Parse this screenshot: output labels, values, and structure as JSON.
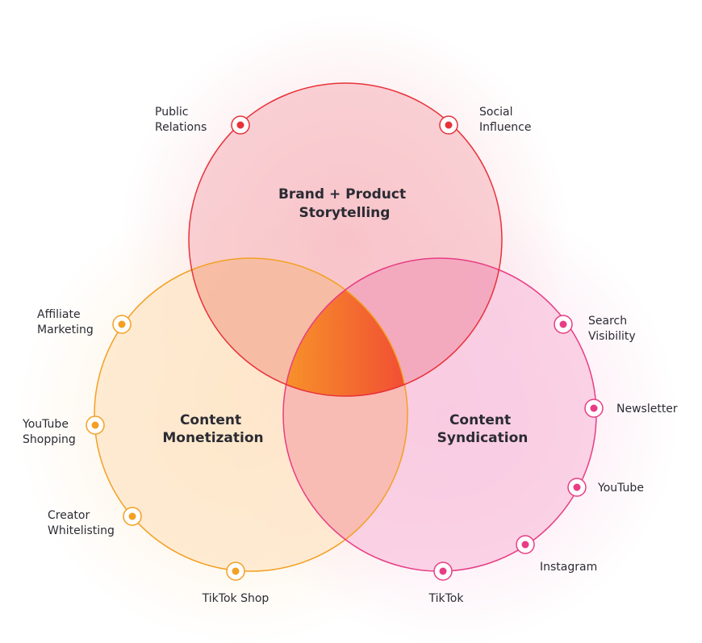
{
  "circles": {
    "brand": {
      "title_line1": "Brand + Product",
      "title_line2": "Storytelling",
      "color": "#e8323a",
      "fill": "#f6b7be"
    },
    "monetization": {
      "title_line1": "Content",
      "title_line2": "Monetization",
      "color": "#f3a024",
      "fill": "#fde6c7"
    },
    "syndication": {
      "title_line1": "Content",
      "title_line2": "Syndication",
      "color": "#e83d84",
      "fill": "#f8c6df"
    }
  },
  "center_gradient": [
    "#f7932a",
    "#ef3b36",
    "#ea3f79"
  ],
  "nodes": {
    "public_relations": {
      "line1": "Public",
      "line2": "Relations"
    },
    "social_influence": {
      "line1": "Social",
      "line2": "Influence"
    },
    "affiliate_marketing": {
      "line1": "Affiliate",
      "line2": "Marketing"
    },
    "youtube_shopping": {
      "line1": "YouTube",
      "line2": "Shopping"
    },
    "creator_whitelisting": {
      "line1": "Creator",
      "line2": "Whitelisting"
    },
    "tiktok_shop": {
      "line1": "TikTok Shop"
    },
    "search_visibility": {
      "line1": "Search",
      "line2": "Visibility"
    },
    "newsletter": {
      "line1": "Newsletter"
    },
    "youtube": {
      "line1": "YouTube"
    },
    "instagram": {
      "line1": "Instagram"
    },
    "tiktok": {
      "line1": "TikTok"
    }
  }
}
